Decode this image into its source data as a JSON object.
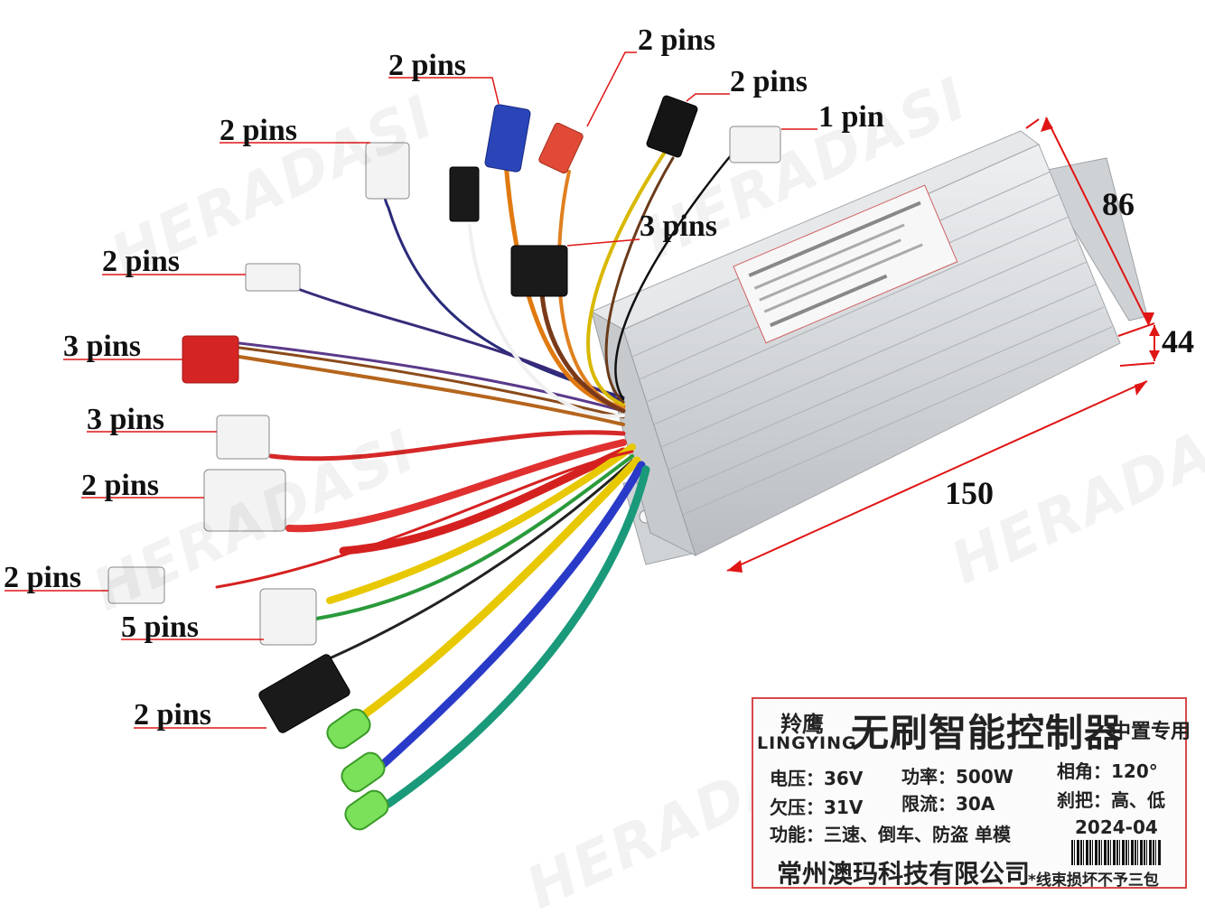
{
  "pin_labels": [
    {
      "text": "2 pins"
    },
    {
      "text": "2 pins"
    },
    {
      "text": "2 pins"
    },
    {
      "text": "1 pin"
    },
    {
      "text": "2 pins"
    },
    {
      "text": "3 pins"
    },
    {
      "text": "2 pins"
    },
    {
      "text": "3 pins"
    },
    {
      "text": "3 pins"
    },
    {
      "text": "2 pins"
    },
    {
      "text": "2 pins"
    },
    {
      "text": "5 pins"
    },
    {
      "text": "2 pins"
    }
  ],
  "dimensions": {
    "depth": "86",
    "height": "44",
    "length": "150"
  },
  "controller_label": {
    "brand_cn": "羚鹰",
    "brand_en": "LINGYING",
    "title": "无刷智能控制器",
    "subtitle": "中置专用",
    "voltage": "电压：36V",
    "power": "功率：500W",
    "phase_angle": "相角：120°",
    "undervoltage": "欠压：31V",
    "current_limit": "限流：30A",
    "brake": "刹把：高、低",
    "functions": "功能：三速、倒车、防盗 单模",
    "date": "2024-04",
    "company": "常州澳玛科技有限公司",
    "note": "*线束损坏不予三包"
  },
  "watermark": "HERADASI",
  "colors": {
    "dimension_red": "#e01515",
    "panel_border": "#d9484a"
  }
}
